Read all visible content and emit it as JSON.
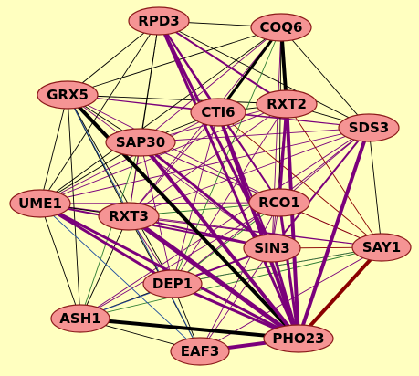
{
  "colors": {
    "background": "#FFFFC0",
    "node_fill": "#F59494",
    "node_stroke": "#8B1A1A",
    "edge_purple": "#7B007B",
    "edge_black": "#000000",
    "edge_green": "#2E7D32",
    "edge_darkred": "#8B0000",
    "edge_blue": "#1F4FA0"
  },
  "nodes": [
    {
      "id": "RPD3",
      "label": "RPD3"
    },
    {
      "id": "COQ6",
      "label": "COQ6"
    },
    {
      "id": "GRX5",
      "label": "GRX5"
    },
    {
      "id": "CTI6",
      "label": "CTI6"
    },
    {
      "id": "RXT2",
      "label": "RXT2"
    },
    {
      "id": "SDS3",
      "label": "SDS3"
    },
    {
      "id": "SAP30",
      "label": "SAP30"
    },
    {
      "id": "UME1",
      "label": "UME1"
    },
    {
      "id": "RXT3",
      "label": "RXT3"
    },
    {
      "id": "RCO1",
      "label": "RCO1"
    },
    {
      "id": "SIN3",
      "label": "SIN3"
    },
    {
      "id": "SAY1",
      "label": "SAY1"
    },
    {
      "id": "DEP1",
      "label": "DEP1"
    },
    {
      "id": "ASH1",
      "label": "ASH1"
    },
    {
      "id": "PHO23",
      "label": "PHO23"
    },
    {
      "id": "EAF3",
      "label": "EAF3"
    }
  ],
  "edges": [
    {
      "source": "GRX5",
      "target": "PHO23",
      "color": "edge_black",
      "weight": 4
    },
    {
      "source": "ASH1",
      "target": "PHO23",
      "color": "edge_black",
      "weight": 4
    },
    {
      "source": "SAY1",
      "target": "PHO23",
      "color": "edge_darkred",
      "weight": 4
    },
    {
      "source": "COQ6",
      "target": "CTI6",
      "color": "edge_black",
      "weight": 3
    },
    {
      "source": "COQ6",
      "target": "RXT2",
      "color": "edge_black",
      "weight": 4
    },
    {
      "source": "EAF3",
      "target": "PHO23",
      "color": "edge_purple",
      "weight": 4
    },
    {
      "source": "RXT3",
      "target": "PHO23",
      "color": "edge_purple",
      "weight": 5
    },
    {
      "source": "SAP30",
      "target": "PHO23",
      "color": "edge_purple",
      "weight": 4
    },
    {
      "source": "CTI6",
      "target": "PHO23",
      "color": "edge_purple",
      "weight": 4
    },
    {
      "source": "RXT2",
      "target": "PHO23",
      "color": "edge_purple",
      "weight": 4
    },
    {
      "source": "SDS3",
      "target": "PHO23",
      "color": "edge_purple",
      "weight": 4
    },
    {
      "source": "RPD3",
      "target": "PHO23",
      "color": "edge_purple",
      "weight": 3
    },
    {
      "source": "UME1",
      "target": "PHO23",
      "color": "edge_purple",
      "weight": 3
    },
    {
      "source": "DEP1",
      "target": "PHO23",
      "color": "edge_purple",
      "weight": 3
    },
    {
      "source": "SIN3",
      "target": "PHO23",
      "color": "edge_purple",
      "weight": 3
    },
    {
      "source": "RCO1",
      "target": "PHO23",
      "color": "edge_purple",
      "weight": 3
    },
    {
      "source": "RPD3",
      "target": "SIN3",
      "color": "edge_purple",
      "weight": 3
    },
    {
      "source": "SAP30",
      "target": "SIN3",
      "color": "edge_purple",
      "weight": 3
    },
    {
      "source": "RXT2",
      "target": "RCO1",
      "color": "edge_purple",
      "weight": 3
    },
    {
      "source": "UME1",
      "target": "DEP1",
      "color": "edge_purple",
      "weight": 3
    },
    {
      "source": "UME1",
      "target": "SIN3",
      "color": "edge_purple",
      "weight": 2
    },
    {
      "source": "DEP1",
      "target": "SIN3",
      "color": "edge_purple",
      "weight": 2
    },
    {
      "source": "RXT3",
      "target": "SIN3",
      "color": "edge_purple",
      "weight": 2
    },
    {
      "source": "CTI6",
      "target": "SIN3",
      "color": "edge_purple",
      "weight": 2
    },
    {
      "source": "SDS3",
      "target": "SIN3",
      "color": "edge_purple",
      "weight": 2
    },
    {
      "source": "RPD3",
      "target": "CTI6",
      "color": "edge_purple",
      "weight": 2
    },
    {
      "source": "RPD3",
      "target": "RXT2",
      "color": "edge_purple",
      "weight": 2
    },
    {
      "source": "RPD3",
      "target": "RCO1",
      "color": "edge_purple",
      "weight": 2
    },
    {
      "source": "GRX5",
      "target": "SIN3",
      "color": "edge_purple",
      "weight": 1
    },
    {
      "source": "GRX5",
      "target": "RCO1",
      "color": "edge_purple",
      "weight": 1
    },
    {
      "source": "GRX5",
      "target": "SDS3",
      "color": "edge_purple",
      "weight": 1
    },
    {
      "source": "GRX5",
      "target": "CTI6",
      "color": "edge_purple",
      "weight": 1
    },
    {
      "source": "SAP30",
      "target": "SDS3",
      "color": "edge_purple",
      "weight": 1
    },
    {
      "source": "SAP30",
      "target": "RCO1",
      "color": "edge_purple",
      "weight": 1
    },
    {
      "source": "SAP30",
      "target": "SAY1",
      "color": "edge_purple",
      "weight": 1
    },
    {
      "source": "UME1",
      "target": "RCO1",
      "color": "edge_purple",
      "weight": 1
    },
    {
      "source": "UME1",
      "target": "SAY1",
      "color": "edge_purple",
      "weight": 1
    },
    {
      "source": "UME1",
      "target": "SDS3",
      "color": "edge_purple",
      "weight": 1
    },
    {
      "source": "RXT3",
      "target": "SAY1",
      "color": "edge_purple",
      "weight": 1
    },
    {
      "source": "RXT3",
      "target": "SDS3",
      "color": "edge_purple",
      "weight": 1
    },
    {
      "source": "RXT3",
      "target": "COQ6",
      "color": "edge_purple",
      "weight": 1
    },
    {
      "source": "ASH1",
      "target": "SIN3",
      "color": "edge_purple",
      "weight": 1
    },
    {
      "source": "ASH1",
      "target": "RCO1",
      "color": "edge_purple",
      "weight": 1
    },
    {
      "source": "ASH1",
      "target": "SDS3",
      "color": "edge_purple",
      "weight": 1
    },
    {
      "source": "EAF3",
      "target": "SIN3",
      "color": "edge_purple",
      "weight": 1
    },
    {
      "source": "EAF3",
      "target": "RCO1",
      "color": "edge_purple",
      "weight": 1
    },
    {
      "source": "EAF3",
      "target": "SAY1",
      "color": "edge_purple",
      "weight": 1
    },
    {
      "source": "DEP1",
      "target": "SAY1",
      "color": "edge_purple",
      "weight": 1
    },
    {
      "source": "DEP1",
      "target": "SDS3",
      "color": "edge_purple",
      "weight": 1
    },
    {
      "source": "DEP1",
      "target": "RXT2",
      "color": "edge_purple",
      "weight": 1
    },
    {
      "source": "COQ6",
      "target": "SIN3",
      "color": "edge_purple",
      "weight": 1
    },
    {
      "source": "COQ6",
      "target": "SAP30",
      "color": "edge_purple",
      "weight": 1
    },
    {
      "source": "CTI6",
      "target": "SDS3",
      "color": "edge_purple",
      "weight": 1
    },
    {
      "source": "RXT2",
      "target": "SIN3",
      "color": "edge_purple",
      "weight": 1
    },
    {
      "source": "SDS3",
      "target": "RCO1",
      "color": "edge_purple",
      "weight": 1
    },
    {
      "source": "RPD3",
      "target": "COQ6",
      "color": "edge_black",
      "weight": 1
    },
    {
      "source": "RPD3",
      "target": "GRX5",
      "color": "edge_black",
      "weight": 1
    },
    {
      "source": "RPD3",
      "target": "SAP30",
      "color": "edge_black",
      "weight": 1
    },
    {
      "source": "RPD3",
      "target": "UME1",
      "color": "edge_black",
      "weight": 1
    },
    {
      "source": "RPD3",
      "target": "SDS3",
      "color": "edge_black",
      "weight": 1
    },
    {
      "source": "RPD3",
      "target": "RXT3",
      "color": "edge_black",
      "weight": 1
    },
    {
      "source": "COQ6",
      "target": "GRX5",
      "color": "edge_black",
      "weight": 1
    },
    {
      "source": "COQ6",
      "target": "SDS3",
      "color": "edge_black",
      "weight": 1
    },
    {
      "source": "COQ6",
      "target": "RCO1",
      "color": "edge_black",
      "weight": 1
    },
    {
      "source": "COQ6",
      "target": "UME1",
      "color": "edge_black",
      "weight": 1
    },
    {
      "source": "GRX5",
      "target": "SAP30",
      "color": "edge_black",
      "weight": 1
    },
    {
      "source": "GRX5",
      "target": "UME1",
      "color": "edge_black",
      "weight": 1
    },
    {
      "source": "GRX5",
      "target": "RXT3",
      "color": "edge_black",
      "weight": 1
    },
    {
      "source": "GRX5",
      "target": "RXT2",
      "color": "edge_black",
      "weight": 1
    },
    {
      "source": "GRX5",
      "target": "DEP1",
      "color": "edge_black",
      "weight": 1
    },
    {
      "source": "UME1",
      "target": "ASH1",
      "color": "edge_black",
      "weight": 1
    },
    {
      "source": "UME1",
      "target": "RXT3",
      "color": "edge_black",
      "weight": 1
    },
    {
      "source": "UME1",
      "target": "SAP30",
      "color": "edge_black",
      "weight": 1
    },
    {
      "source": "ASH1",
      "target": "EAF3",
      "color": "edge_black",
      "weight": 1
    },
    {
      "source": "ASH1",
      "target": "DEP1",
      "color": "edge_black",
      "weight": 1
    },
    {
      "source": "ASH1",
      "target": "RXT3",
      "color": "edge_black",
      "weight": 1
    },
    {
      "source": "ASH1",
      "target": "GRX5",
      "color": "edge_black",
      "weight": 1
    },
    {
      "source": "EAF3",
      "target": "DEP1",
      "color": "edge_black",
      "weight": 1
    },
    {
      "source": "EAF3",
      "target": "RXT3",
      "color": "edge_black",
      "weight": 1
    },
    {
      "source": "SDS3",
      "target": "SAY1",
      "color": "edge_black",
      "weight": 1
    },
    {
      "source": "SDS3",
      "target": "RXT2",
      "color": "edge_black",
      "weight": 1
    },
    {
      "source": "SAY1",
      "target": "SIN3",
      "color": "edge_darkred",
      "weight": 1
    },
    {
      "source": "SAY1",
      "target": "RCO1",
      "color": "edge_darkred",
      "weight": 1
    },
    {
      "source": "SAY1",
      "target": "RXT2",
      "color": "edge_darkred",
      "weight": 1
    },
    {
      "source": "SAY1",
      "target": "CTI6",
      "color": "edge_darkred",
      "weight": 1
    },
    {
      "source": "SAY1",
      "target": "DEP1",
      "color": "edge_green",
      "weight": 1
    },
    {
      "source": "SAY1",
      "target": "ASH1",
      "color": "edge_green",
      "weight": 1
    },
    {
      "source": "CTI6",
      "target": "RXT2",
      "color": "edge_black",
      "weight": 1
    },
    {
      "source": "CTI6",
      "target": "SAP30",
      "color": "edge_black",
      "weight": 1
    },
    {
      "source": "CTI6",
      "target": "RCO1",
      "color": "edge_purple",
      "weight": 1
    },
    {
      "source": "CTI6",
      "target": "DEP1",
      "color": "edge_purple",
      "weight": 1
    },
    {
      "source": "CTI6",
      "target": "UME1",
      "color": "edge_purple",
      "weight": 1
    },
    {
      "source": "CTI6",
      "target": "RXT3",
      "color": "edge_purple",
      "weight": 1
    },
    {
      "source": "RXT2",
      "target": "SAP30",
      "color": "edge_purple",
      "weight": 1
    },
    {
      "source": "RXT2",
      "target": "RXT3",
      "color": "edge_purple",
      "weight": 1
    },
    {
      "source": "RXT2",
      "target": "UME1",
      "color": "edge_purple",
      "weight": 1
    },
    {
      "source": "SAP30",
      "target": "RXT3",
      "color": "edge_purple",
      "weight": 1
    },
    {
      "source": "SAP30",
      "target": "DEP1",
      "color": "edge_purple",
      "weight": 1
    },
    {
      "source": "SAP30",
      "target": "ASH1",
      "color": "edge_green",
      "weight": 1
    },
    {
      "source": "RXT3",
      "target": "DEP1",
      "color": "edge_purple",
      "weight": 1
    },
    {
      "source": "RXT3",
      "target": "RCO1",
      "color": "edge_green",
      "weight": 1
    },
    {
      "source": "RCO1",
      "target": "SIN3",
      "color": "edge_purple",
      "weight": 1
    },
    {
      "source": "RCO1",
      "target": "DEP1",
      "color": "edge_green",
      "weight": 1
    },
    {
      "source": "SIN3",
      "target": "ASH1",
      "color": "edge_blue",
      "weight": 1
    },
    {
      "source": "UME1",
      "target": "EAF3",
      "color": "edge_blue",
      "weight": 1
    },
    {
      "source": "GRX5",
      "target": "EAF3",
      "color": "edge_blue",
      "weight": 1
    },
    {
      "source": "COQ6",
      "target": "DEP1",
      "color": "edge_green",
      "weight": 1
    }
  ]
}
